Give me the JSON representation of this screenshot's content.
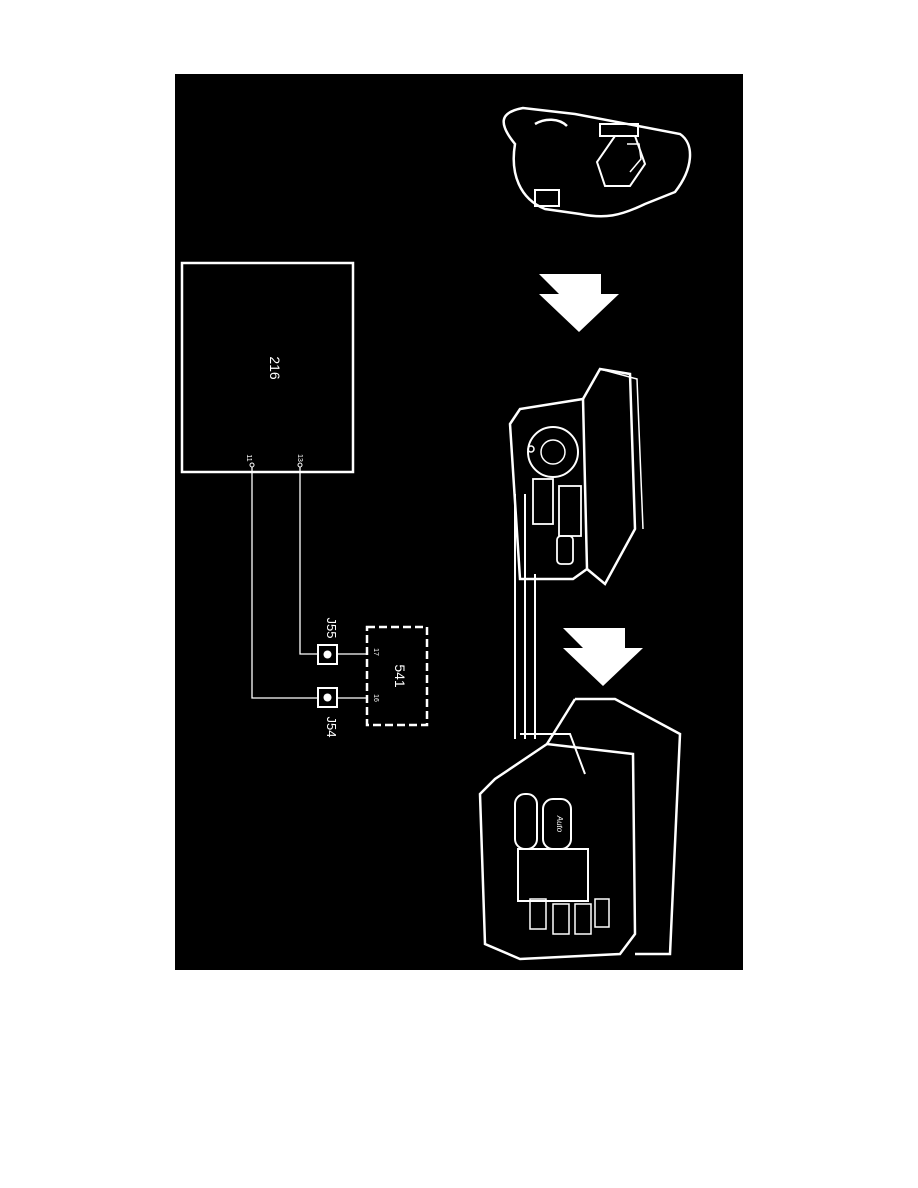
{
  "colors": {
    "background": "#000000",
    "line": "#ffffff"
  },
  "module_216": {
    "label": "216",
    "pin_11": "11",
    "pin_13": "13"
  },
  "module_541": {
    "label": "541",
    "pin_16": "16",
    "pin_17": "17"
  },
  "connectors": {
    "j54": "J54",
    "j55": "J55"
  },
  "illustrations": {
    "arrow_1": "down-arrow-icon",
    "arrow_2": "down-arrow-icon",
    "panel_auto_label": "Auto"
  }
}
